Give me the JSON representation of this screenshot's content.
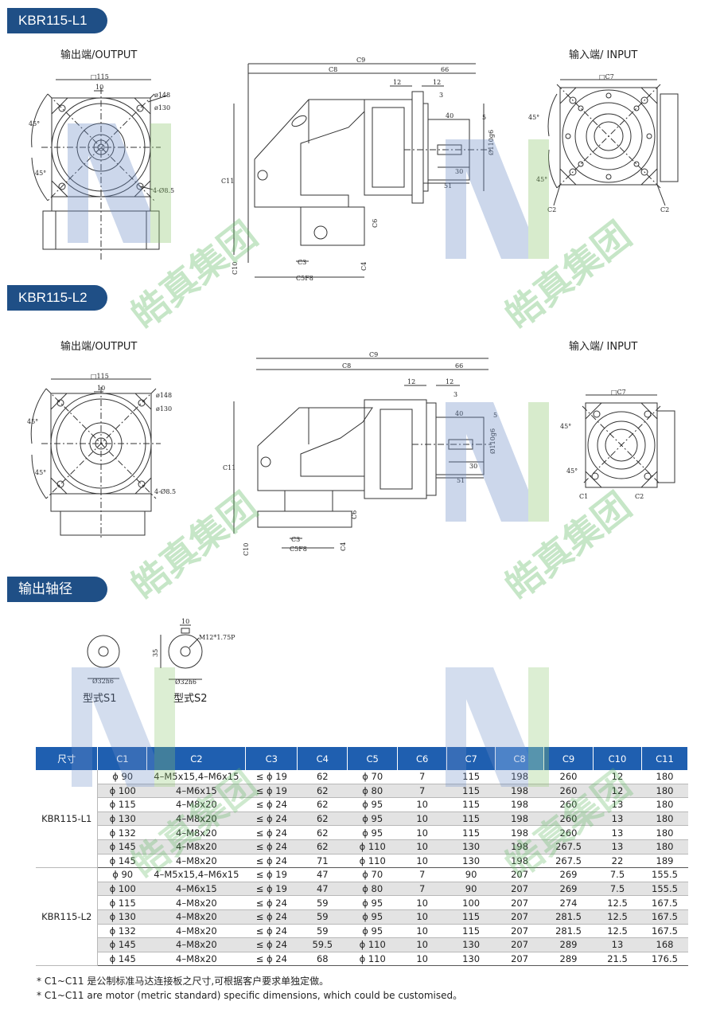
{
  "sections": {
    "l1_title": "KBR115-L1",
    "l2_title": "KBR115-L2",
    "shaft_title": "输出轴径"
  },
  "views": {
    "output": "输出端/OUTPUT",
    "input": "输入端/ INPUT"
  },
  "dims": {
    "sq115": "□115",
    "d148": "ø148",
    "d130": "ø130",
    "holes": "4-Ø8.5",
    "w10": "10",
    "deg45": "45°",
    "c9": "C9",
    "c8": "C8",
    "d66": "66",
    "d12": "12",
    "d3": "3",
    "d40": "40",
    "d5": "5",
    "d30": "30",
    "d51": "51",
    "d110": "Ø110g6",
    "c11": "C11",
    "c6": "C6",
    "c10": "C10",
    "c4": "C4",
    "c3": "C3",
    "c5": "C5F8",
    "c7": "□C7",
    "c2": "C2",
    "c1": "C1"
  },
  "shaft": {
    "s1_label": "型式S1",
    "s2_label": "型式S2",
    "dia": "Ø32h6",
    "key": "10",
    "depth": "35",
    "thread": "M12*1.75P"
  },
  "table": {
    "headers": [
      "尺寸",
      "C1",
      "C2",
      "C3",
      "C4",
      "C5",
      "C6",
      "C7",
      "C8",
      "C9",
      "C10",
      "C11"
    ],
    "groups": [
      {
        "model": "KBR115-L1",
        "rows": [
          [
            "ϕ 90",
            "4–M5x15,4–M6x15",
            "≤ ϕ 19",
            "62",
            "ϕ 70",
            "7",
            "115",
            "198",
            "260",
            "12",
            "180"
          ],
          [
            "ϕ 100",
            "4–M6x15",
            "≤ ϕ 19",
            "62",
            "ϕ 80",
            "7",
            "115",
            "198",
            "260",
            "12",
            "180"
          ],
          [
            "ϕ 115",
            "4–M8x20",
            "≤ ϕ 24",
            "62",
            "ϕ 95",
            "10",
            "115",
            "198",
            "260",
            "13",
            "180"
          ],
          [
            "ϕ 130",
            "4–M8x20",
            "≤ ϕ 24",
            "62",
            "ϕ 95",
            "10",
            "115",
            "198",
            "260",
            "13",
            "180"
          ],
          [
            "ϕ 132",
            "4–M8x20",
            "≤ ϕ 24",
            "62",
            "ϕ 95",
            "10",
            "115",
            "198",
            "260",
            "13",
            "180"
          ],
          [
            "ϕ 145",
            "4–M8x20",
            "≤ ϕ 24",
            "62",
            "ϕ 110",
            "10",
            "130",
            "198",
            "267.5",
            "13",
            "180"
          ],
          [
            "ϕ 145",
            "4–M8x20",
            "≤ ϕ 24",
            "71",
            "ϕ 110",
            "10",
            "130",
            "198",
            "267.5",
            "22",
            "189"
          ]
        ]
      },
      {
        "model": "KBR115-L2",
        "rows": [
          [
            "ϕ 90",
            "4–M5x15,4–M6x15",
            "≤ ϕ 19",
            "47",
            "ϕ 70",
            "7",
            "90",
            "207",
            "269",
            "7.5",
            "155.5"
          ],
          [
            "ϕ 100",
            "4–M6x15",
            "≤ ϕ 19",
            "47",
            "ϕ 80",
            "7",
            "90",
            "207",
            "269",
            "7.5",
            "155.5"
          ],
          [
            "ϕ 115",
            "4–M8x20",
            "≤ ϕ 24",
            "59",
            "ϕ 95",
            "10",
            "100",
            "207",
            "274",
            "12.5",
            "167.5"
          ],
          [
            "ϕ 130",
            "4–M8x20",
            "≤ ϕ 24",
            "59",
            "ϕ 95",
            "10",
            "115",
            "207",
            "281.5",
            "12.5",
            "167.5"
          ],
          [
            "ϕ 132",
            "4–M8x20",
            "≤ ϕ 24",
            "59",
            "ϕ 95",
            "10",
            "115",
            "207",
            "281.5",
            "12.5",
            "167.5"
          ],
          [
            "ϕ 145",
            "4–M8x20",
            "≤ ϕ 24",
            "59.5",
            "ϕ 110",
            "10",
            "130",
            "207",
            "289",
            "13",
            "168"
          ],
          [
            "ϕ 145",
            "4–M8x20",
            "≤ ϕ 24",
            "68",
            "ϕ 110",
            "10",
            "130",
            "207",
            "289",
            "21.5",
            "176.5"
          ]
        ]
      }
    ]
  },
  "notes": {
    "cn": "* C1~C11 是公制标准马达连接板之尺寸,可根据客户要求单独定做。",
    "en": "* C1~C11 are motor (metric standard) specific dimensions, which could be customised。"
  },
  "watermark": {
    "text": "皓真集团"
  },
  "colors": {
    "tag_bg": "#1f4f86",
    "header_bg": "#1f5fb0",
    "header_alt": "#3f7ec9",
    "shade": "#e3e3e3"
  }
}
